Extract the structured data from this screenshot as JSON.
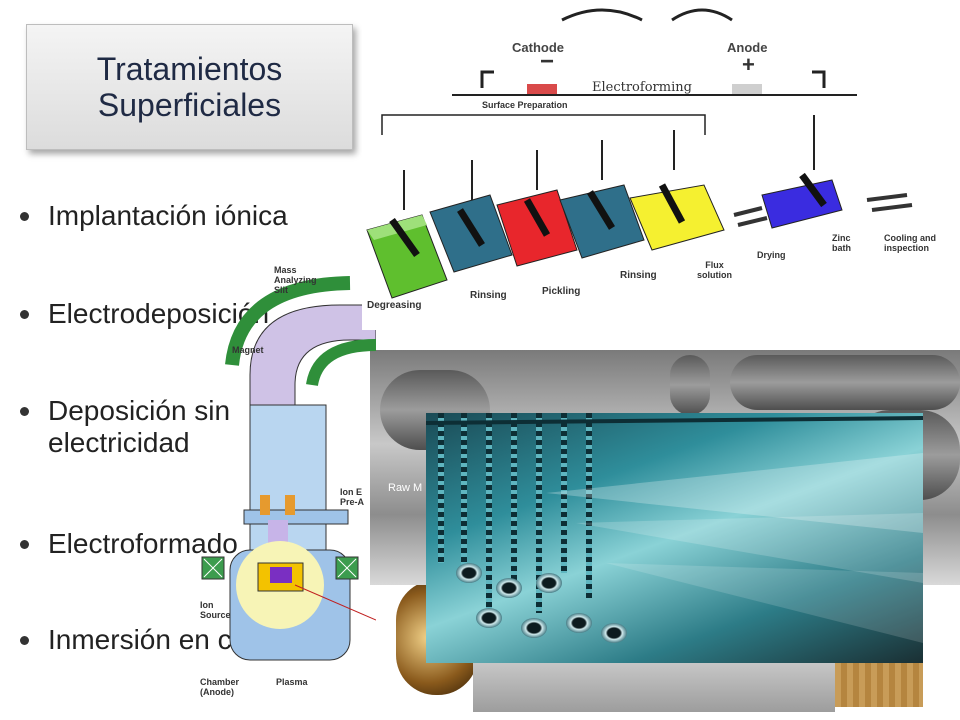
{
  "title": "Tratamientos\nSuperficiales",
  "bullets": [
    "Implantación iónica",
    "Electrodeposición",
    "Deposición sin\nelectricidad",
    "Electroformado",
    "Inmersión en caliente"
  ],
  "ion_diagram": {
    "labels": {
      "mass": "Mass\nAnalyzing\nSlit",
      "magnet": "Magnet",
      "ion_e": "Ion E\nPre-A",
      "ion_source": "Ion\nSource",
      "chamber": "Chamber\n(Anode)",
      "plasma": "Plasma"
    }
  },
  "electro_diagram": {
    "cathode": "Cathode",
    "anode": "Anode",
    "minus": "−",
    "plus": "+",
    "electroforming": "Electroforming",
    "surface_preparation": "Surface Preparation",
    "steps": [
      "Degreasing",
      "Rinsing",
      "Pickling",
      "Rinsing",
      "Flux\nsolution",
      "Drying",
      "Zinc\nbath",
      "Cooling and\ninspection"
    ]
  },
  "photo_caption": "Raw M",
  "colors": {
    "degreasing": "#5fbf2e",
    "rinsing": "#2f6f8a",
    "pickling": "#e8262c",
    "flux": "#f5f030",
    "zinc": "#3a2ce0"
  }
}
